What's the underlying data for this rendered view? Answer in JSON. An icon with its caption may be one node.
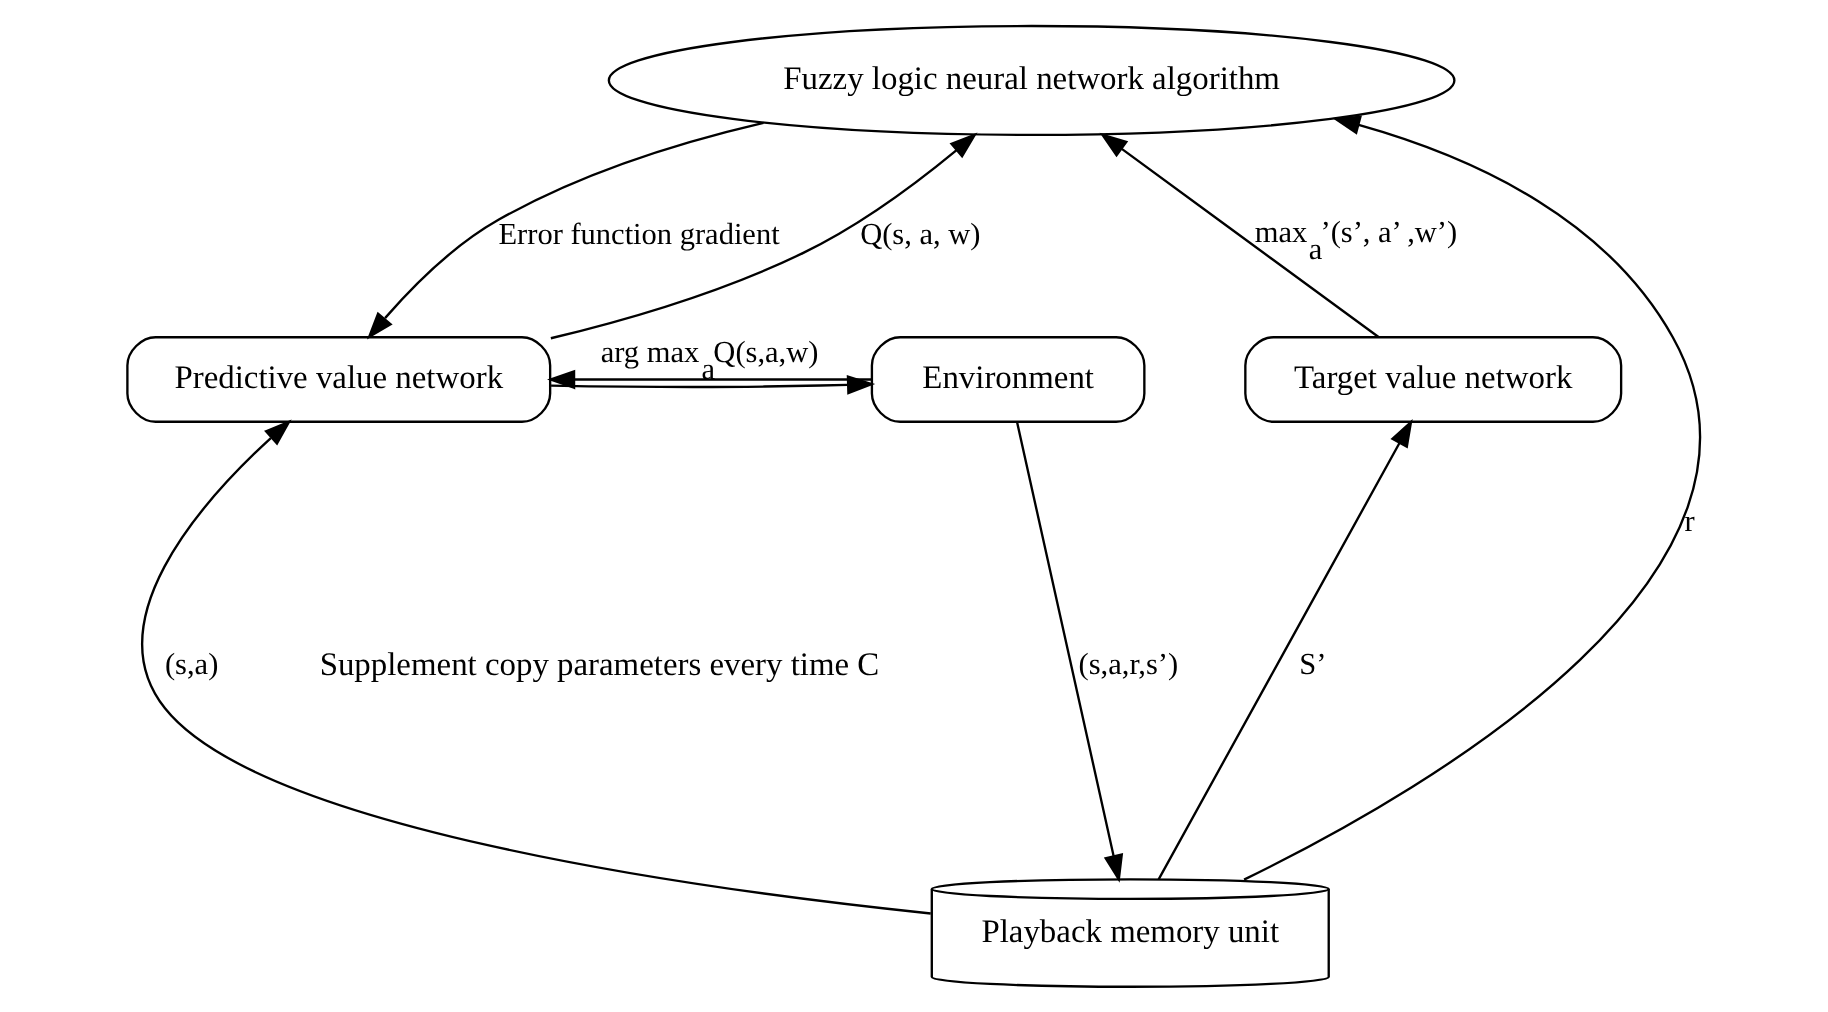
{
  "diagram": {
    "nodes": [
      {
        "text": [
          "Fuzzy logic neural network algorithm"
        ]
      },
      {
        "text": [
          "Environment"
        ]
      },
      {
        "text": [
          "Predictive value network"
        ]
      },
      {
        "text": [
          "Target value network"
        ]
      },
      {
        "text": [
          "Playback memory unit"
        ]
      }
    ],
    "edges": [
      {
        "from": 0,
        "to": 2,
        "arrow": "to",
        "label": "Error function gradient"
      },
      {
        "from": 2,
        "to": 0,
        "arrow": "to",
        "label": "Q(s, a, w)"
      },
      {
        "from": 1,
        "to": 2,
        "arrow": "to",
        "label": "arg max$_{a}$Q(s,a,w)"
      },
      {
        "from": 2,
        "to": 1,
        "arrow": "to"
      },
      {
        "from": 3,
        "to": 0,
        "arrow": "to",
        "label": "max$_{a}$’(s’, a’ ,w’)"
      },
      {
        "from": 4,
        "to": 2,
        "arrow": "to",
        "label": "(s,a)"
      },
      {
        "from": 4,
        "to": 3,
        "arrow": "to",
        "label": "S’"
      },
      {
        "from": 1,
        "to": 4,
        "arrow": "to",
        "label": "(s,a,r,s’)"
      },
      {
        "from": 4,
        "to": 0,
        "arrow": "to",
        "label": "r"
      }
    ],
    "labels": [
      "Supplement copy parameters every time C"
    ]
  }
}
